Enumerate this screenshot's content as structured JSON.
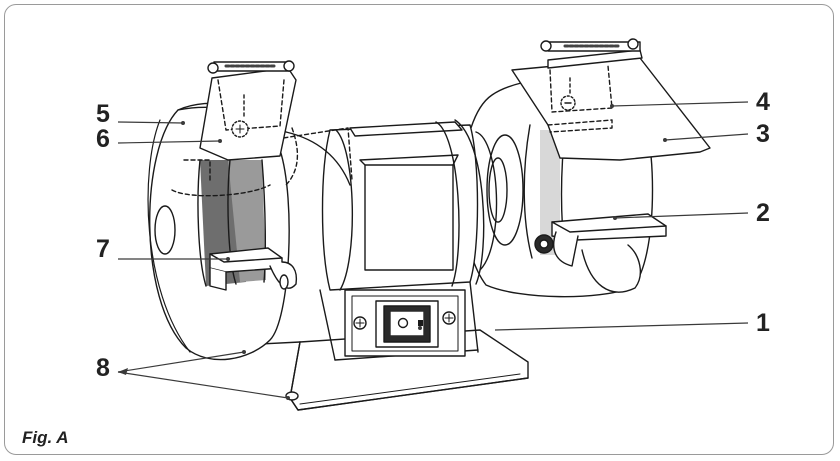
{
  "figure": {
    "caption": "Fig. A",
    "callouts": [
      {
        "id": "c1",
        "label": "1"
      },
      {
        "id": "c2",
        "label": "2"
      },
      {
        "id": "c3",
        "label": "3"
      },
      {
        "id": "c4",
        "label": "4"
      },
      {
        "id": "c5",
        "label": "5"
      },
      {
        "id": "c6",
        "label": "6"
      },
      {
        "id": "c7",
        "label": "7"
      },
      {
        "id": "c8",
        "label": "8"
      }
    ]
  },
  "colors": {
    "line": "#1a1a1a",
    "leader": "#3a3a3a",
    "shade_dark": "#6e6e6e",
    "shade_mid": "#b8b8b8",
    "shade_light": "#d8d8d8",
    "frame": "#9a9a9a"
  }
}
